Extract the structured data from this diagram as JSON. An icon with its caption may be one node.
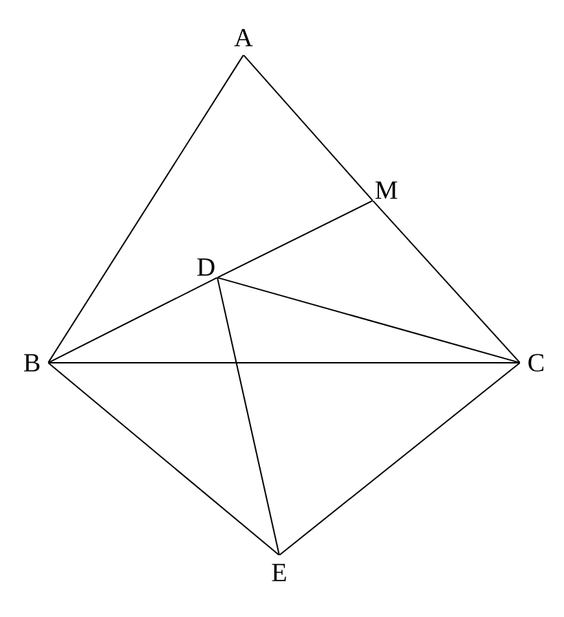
{
  "diagram": {
    "nodes": [
      {
        "text": [
          "A"
        ]
      },
      {
        "text": [
          "M"
        ]
      },
      {
        "text": [
          "D"
        ]
      },
      {
        "text": [
          "B"
        ]
      },
      {
        "text": [
          "C"
        ]
      },
      {
        "text": [
          "E"
        ]
      }
    ],
    "edges": [
      {
        "from": 0,
        "to": 3,
        "arrow": "none"
      },
      {
        "from": 0,
        "to": 1,
        "arrow": "none"
      },
      {
        "from": 1,
        "to": 4,
        "arrow": "none"
      },
      {
        "from": 3,
        "to": 2,
        "arrow": "none"
      },
      {
        "from": 2,
        "to": 1,
        "arrow": "none"
      },
      {
        "from": 2,
        "to": 4,
        "arrow": "none"
      },
      {
        "from": 3,
        "to": 4,
        "arrow": "none"
      },
      {
        "from": 3,
        "to": 5,
        "arrow": "none"
      },
      {
        "from": 5,
        "to": 4,
        "arrow": "none"
      },
      {
        "from": 2,
        "to": 5,
        "arrow": "none"
      }
    ]
  }
}
